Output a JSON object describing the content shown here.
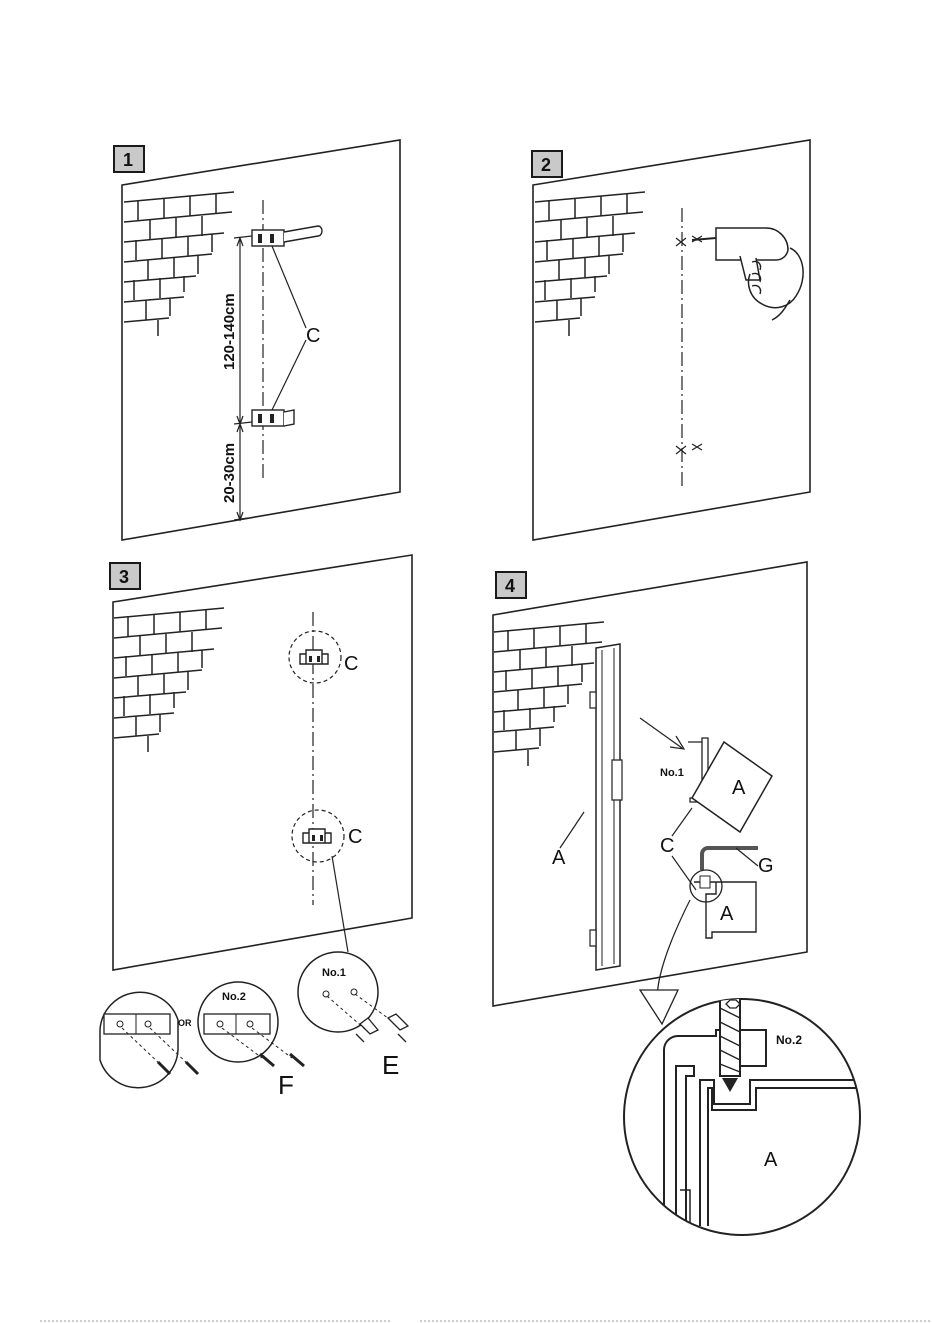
{
  "steps": [
    {
      "number": "1"
    },
    {
      "number": "2"
    },
    {
      "number": "3"
    },
    {
      "number": "4"
    }
  ],
  "step1": {
    "dim_upper": "120-140cm",
    "dim_lower": "20-30cm",
    "bracket_label": "C"
  },
  "step3": {
    "bracket_label_top": "C",
    "bracket_label_bottom": "C",
    "no1": "No.1",
    "no2": "No.2",
    "or": "OR",
    "screw_label": "F",
    "anchor_label": "E"
  },
  "step4": {
    "no1": "No.1",
    "no2": "No.2",
    "case_label_top": "A",
    "case_label_left": "A",
    "case_label_mid": "A",
    "case_label_zoom": "A",
    "bracket_label": "C",
    "key_label": "G"
  }
}
